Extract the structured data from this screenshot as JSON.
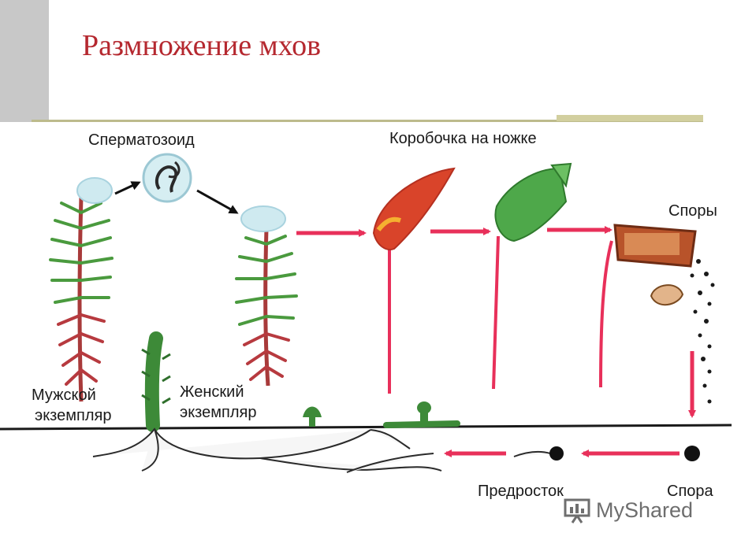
{
  "title": "Размножение мхов",
  "labels": {
    "spermatozoid": "Сперматозоид",
    "capsule": "Коробочка на ножке",
    "spores": "Споры",
    "male_line1": "Мужской",
    "male_line2": "экземпляр",
    "female_line1": "Женский",
    "female_line2": "экземпляр",
    "protonema": "Предросток",
    "spore": "Спора"
  },
  "watermark": {
    "text": "MyShared"
  },
  "colors": {
    "title": "#b5282f",
    "arrow_red": "#e8305a",
    "moss_green": "#3f8a3b",
    "stem_red": "#b03a3a",
    "droplet": "#cfeaf0",
    "ground": "#1a1a1a"
  }
}
